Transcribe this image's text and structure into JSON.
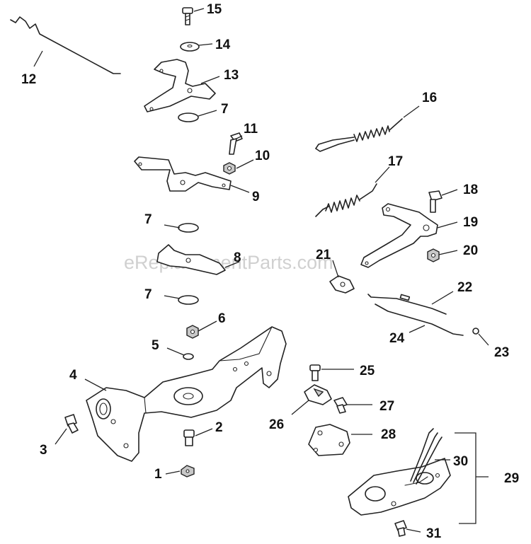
{
  "watermark": "eReplacementParts.com",
  "callouts": {
    "c1": "1",
    "c2": "2",
    "c3": "3",
    "c4": "4",
    "c5": "5",
    "c6": "6",
    "c7a": "7",
    "c7b": "7",
    "c7c": "7",
    "c8": "8",
    "c9": "9",
    "c10": "10",
    "c11": "11",
    "c12": "12",
    "c13": "13",
    "c14": "14",
    "c15": "15",
    "c16": "16",
    "c17": "17",
    "c18": "18",
    "c19": "19",
    "c20": "20",
    "c21": "21",
    "c22": "22",
    "c23": "23",
    "c24": "24",
    "c25": "25",
    "c26": "26",
    "c27": "27",
    "c28": "28",
    "c29": "29",
    "c30": "30",
    "c31": "31"
  }
}
